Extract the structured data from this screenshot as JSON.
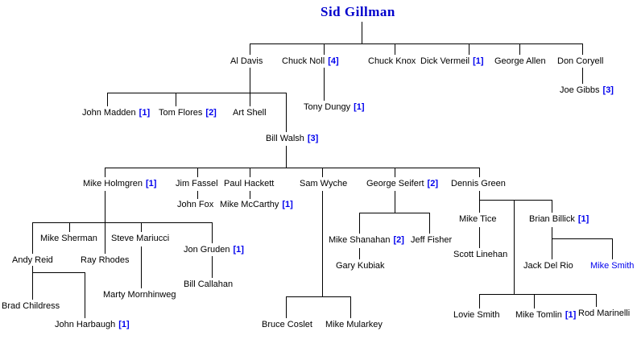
{
  "diagram": {
    "kind": "coaching-tree",
    "root": "Sid Gillman",
    "colors": {
      "line": "#000000",
      "name_text": "#000000",
      "badge_blue": "#0000ee",
      "title_blue": "#0000cc",
      "background": "#ffffff"
    }
  },
  "nodes": [
    {
      "label": "Sid Gillman",
      "parent": null
    },
    {
      "label": "Al Davis",
      "parent": "Sid Gillman"
    },
    {
      "label": "Chuck Noll",
      "badge": "[4]",
      "parent": "Sid Gillman"
    },
    {
      "label": "Chuck Knox",
      "parent": "Sid Gillman"
    },
    {
      "label": "Dick Vermeil",
      "badge": "[1]",
      "parent": "Sid Gillman"
    },
    {
      "label": "George Allen",
      "parent": "Sid Gillman"
    },
    {
      "label": "Don Coryell",
      "parent": "Sid Gillman"
    },
    {
      "label": "Joe Gibbs",
      "badge": "[3]",
      "parent": "Don Coryell"
    },
    {
      "label": "Tony Dungy",
      "badge": "[1]",
      "parent": "Chuck Noll"
    },
    {
      "label": "John Madden",
      "badge": "[1]",
      "parent": "Al Davis"
    },
    {
      "label": "Tom Flores",
      "badge": "[2]",
      "parent": "Al Davis"
    },
    {
      "label": "Art Shell",
      "parent": "Al Davis"
    },
    {
      "label": "Bill Walsh",
      "badge": "[3]",
      "parent": "Al Davis"
    },
    {
      "label": "Mike Holmgren",
      "badge": "[1]",
      "parent": "Bill Walsh"
    },
    {
      "label": "Jim Fassel",
      "parent": "Bill Walsh"
    },
    {
      "label": "Paul Hackett",
      "parent": "Bill Walsh"
    },
    {
      "label": "Sam Wyche",
      "parent": "Bill Walsh"
    },
    {
      "label": "George Seifert",
      "badge": "[2]",
      "parent": "Bill Walsh"
    },
    {
      "label": "Dennis Green",
      "parent": "Bill Walsh"
    },
    {
      "label": "John Fox",
      "parent": "Jim Fassel"
    },
    {
      "label": "Mike McCarthy",
      "badge": "[1]",
      "parent": "Paul Hackett"
    },
    {
      "label": "Mike Sherman",
      "parent": "Mike Holmgren"
    },
    {
      "label": "Steve Mariucci",
      "parent": "Mike Holmgren"
    },
    {
      "label": "Jon Gruden",
      "badge": "[1]",
      "parent": "Mike Holmgren"
    },
    {
      "label": "Andy Reid",
      "parent": "Mike Holmgren"
    },
    {
      "label": "Ray Rhodes",
      "parent": "Mike Holmgren"
    },
    {
      "label": "Marty Mornhinweg",
      "parent": "Steve Mariucci"
    },
    {
      "label": "Bill Callahan",
      "parent": "Jon Gruden"
    },
    {
      "label": "Brad Childress",
      "parent": "Andy Reid"
    },
    {
      "label": "John Harbaugh",
      "badge": "[1]",
      "parent": "Andy Reid"
    },
    {
      "label": "Bruce Coslet",
      "parent": "Sam Wyche"
    },
    {
      "label": "Mike Mularkey",
      "parent": "Sam Wyche"
    },
    {
      "label": "Mike Shanahan",
      "badge": "[2]",
      "parent": "George Seifert"
    },
    {
      "label": "Jeff Fisher",
      "parent": "George Seifert"
    },
    {
      "label": "Gary Kubiak",
      "parent": "Mike Shanahan"
    },
    {
      "label": "Mike Tice",
      "parent": "Dennis Green"
    },
    {
      "label": "Brian Billick",
      "badge": "[1]",
      "parent": "Dennis Green"
    },
    {
      "label": "Scott Linehan",
      "parent": "Mike Tice"
    },
    {
      "label": "Jack Del Rio",
      "parent": "Brian Billick"
    },
    {
      "label": "Mike Smith",
      "parent": "Brian Billick"
    },
    {
      "label": "Lovie Smith",
      "parent": "Dennis Green"
    },
    {
      "label": "Mike Tomlin",
      "badge": "[1]",
      "parent": "Dennis Green"
    },
    {
      "label": "Rod Marinelli",
      "parent": "Dennis Green"
    }
  ]
}
